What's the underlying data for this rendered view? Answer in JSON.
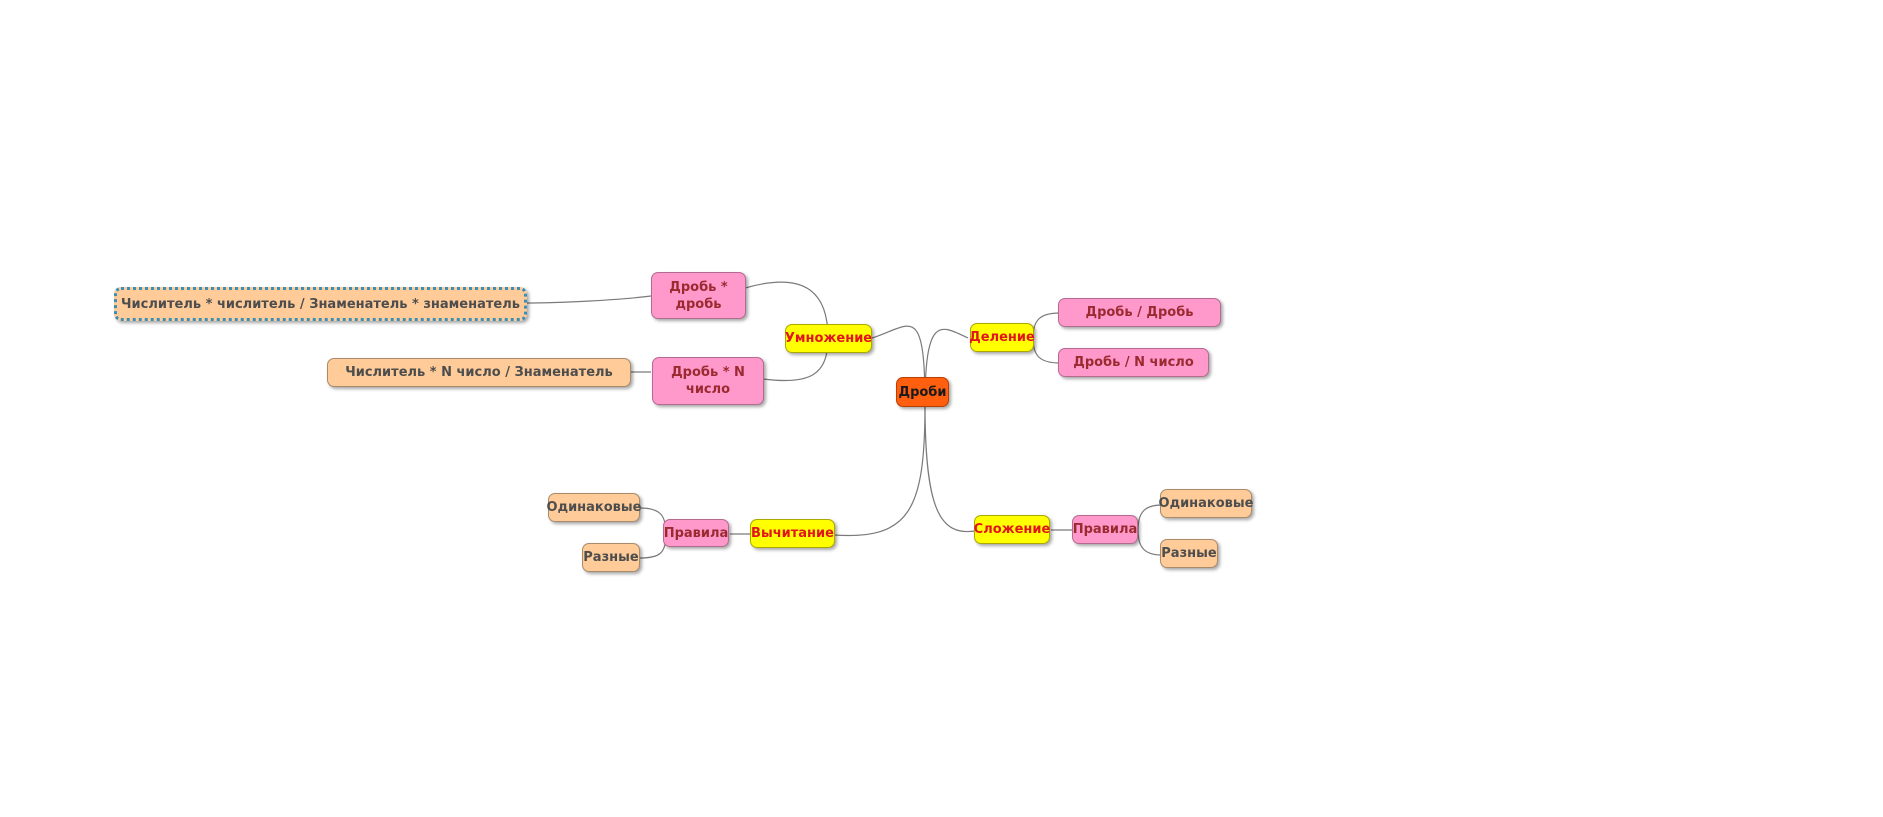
{
  "mindmap": {
    "root": "Дроби",
    "multiplication": {
      "label": "Умножение",
      "frac_frac": "Дробь * дробь",
      "frac_frac_rule": "Числитель * числитель / Знаменатель * знаменатель",
      "frac_num": "Дробь * N число",
      "frac_num_rule": "Числитель * N число / Знаменатель"
    },
    "division": {
      "label": "Деление",
      "frac_frac": "Дробь / Дробь",
      "frac_num": "Дробь / N число"
    },
    "subtraction": {
      "label": "Вычитание",
      "rules": "Правила",
      "same": "Одинаковые",
      "different": "Разные"
    },
    "addition": {
      "label": "Сложение",
      "rules": "Правила",
      "same": "Одинаковые",
      "different": "Разные"
    }
  },
  "colors": {
    "root": "#ff5f0f",
    "level1": "#ffff00",
    "level2": "#ff99cc",
    "level3": "#ffcc99",
    "selection": "#3a8fb7"
  }
}
